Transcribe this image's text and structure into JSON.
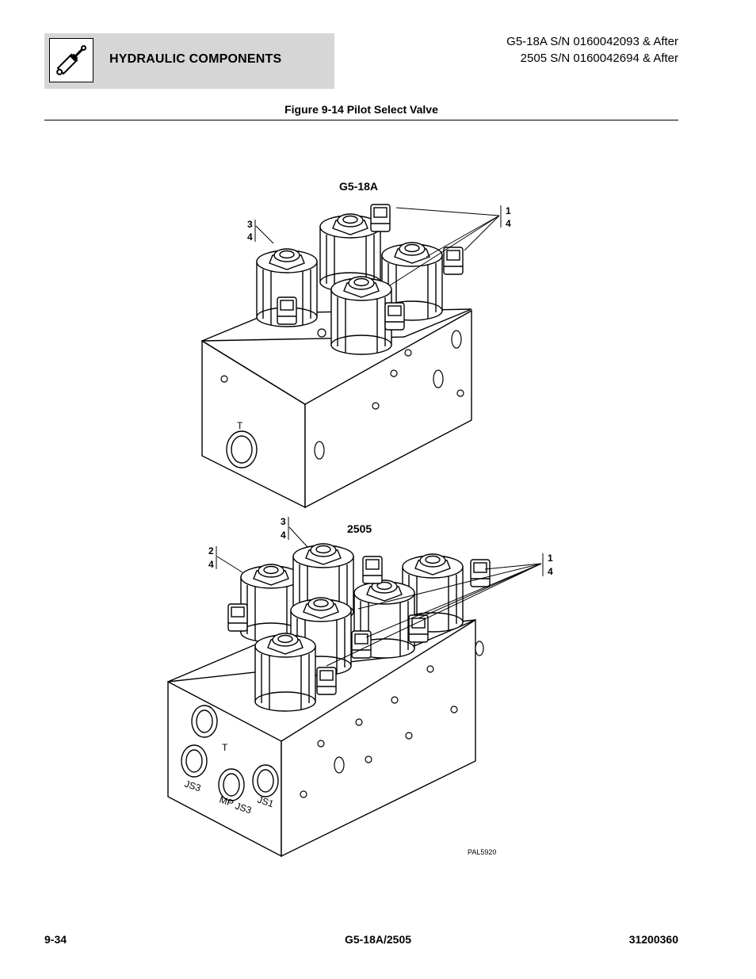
{
  "header": {
    "section_title": "HYDRAULIC COMPONENTS",
    "icon": "hydraulic-cylinder-icon",
    "serial_lines": [
      "G5-18A S/N 0160042093 & After",
      "2505 S/N 0160042694 & After"
    ]
  },
  "figure": {
    "title": "Figure 9-14 Pilot Select Valve",
    "views": [
      {
        "model_label": "G5-18A",
        "callouts": [
          [
            "3",
            "4"
          ],
          [
            "1",
            "4"
          ]
        ]
      },
      {
        "model_label": "2505",
        "callouts": [
          [
            "3",
            "4"
          ],
          [
            "2",
            "4"
          ],
          [
            "1",
            "4"
          ]
        ]
      }
    ],
    "port_labels_top": [
      "T"
    ],
    "port_labels_bottom": [
      "T",
      "JS3",
      "MP",
      "JS3",
      "JS1"
    ],
    "drawing_code": "PAL5920"
  },
  "footer": {
    "page_number": "9-34",
    "model": "G5-18A/2505",
    "manual_number": "31200360"
  }
}
